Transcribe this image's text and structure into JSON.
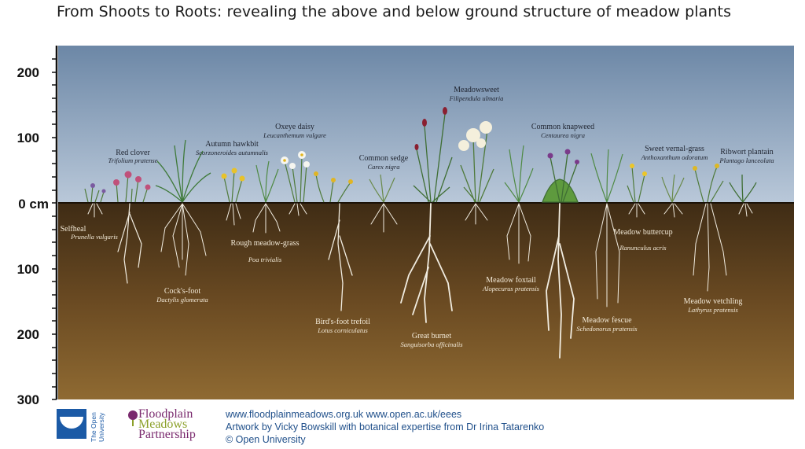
{
  "title": "From Shoots to Roots: revealing the above and below ground structure of meadow plants",
  "axis": {
    "ticks": [
      "200",
      "100",
      "0 cm",
      "100",
      "200",
      "300"
    ]
  },
  "plants": [
    {
      "common": "Selfheal",
      "latin": "Prunella vulgaris",
      "where": "below"
    },
    {
      "common": "Red clover",
      "latin": "Trifolium pratense",
      "where": "above"
    },
    {
      "common": "Cock's-foot",
      "latin": "Dactylis glomerata",
      "where": "below"
    },
    {
      "common": "Autumn hawkbit",
      "latin": "Scorzoneroides autumnalis",
      "where": "above"
    },
    {
      "common": "Rough meadow-grass",
      "latin": "Poa trivialis",
      "where": "below"
    },
    {
      "common": "Oxeye daisy",
      "latin": "Leucanthemum vulgare",
      "where": "above"
    },
    {
      "common": "Bird's-foot trefoil",
      "latin": "Lotus corniculatus",
      "where": "below"
    },
    {
      "common": "Common sedge",
      "latin": "Carex nigra",
      "where": "above"
    },
    {
      "common": "Great burnet",
      "latin": "Sanguisorba officinalis",
      "where": "below"
    },
    {
      "common": "Meadowsweet",
      "latin": "Filipendula ulmaria",
      "where": "above"
    },
    {
      "common": "Meadow foxtail",
      "latin": "Alopecurus pratensis",
      "where": "below"
    },
    {
      "common": "Common knapweed",
      "latin": "Centaurea nigra",
      "where": "above"
    },
    {
      "common": "Meadow fescue",
      "latin": "Schedonorus pratensis",
      "where": "below"
    },
    {
      "common": "Meadow buttercup",
      "latin": "Ranunculus acris",
      "where": "below"
    },
    {
      "common": "Sweet vernal-grass",
      "latin": "Anthoxanthum odoratum",
      "where": "above"
    },
    {
      "common": "Meadow vetchling",
      "latin": "Lathyrus pratensis",
      "where": "below"
    },
    {
      "common": "Ribwort plantain",
      "latin": "Plantago lanceolata",
      "where": "above"
    }
  ],
  "logos": {
    "ou_line1": "The Open",
    "ou_line2": "University",
    "fmp_line1": "Floodplain",
    "fmp_line2": "Meadows",
    "fmp_line3": "Partnership"
  },
  "footer": {
    "urls": "www.floodplainmeadows.org.uk  www.open.ac.uk/eees",
    "credit": "Artwork by Vicky Bowskill with botanical expertise from Dr Irina Tatarenko",
    "copyright": "© Open University"
  },
  "colors": {
    "sky_top": "#6c87a6",
    "sky_bottom": "#b9c8d9",
    "soil_top": "#3f2c15",
    "soil_bottom": "#8a6530",
    "roots": "#f1ece0",
    "ou_blue": "#1b5aa6",
    "fmp_purple": "#7a2a6e",
    "fmp_green": "#8ca02a",
    "link_blue": "#1f4f8a"
  }
}
